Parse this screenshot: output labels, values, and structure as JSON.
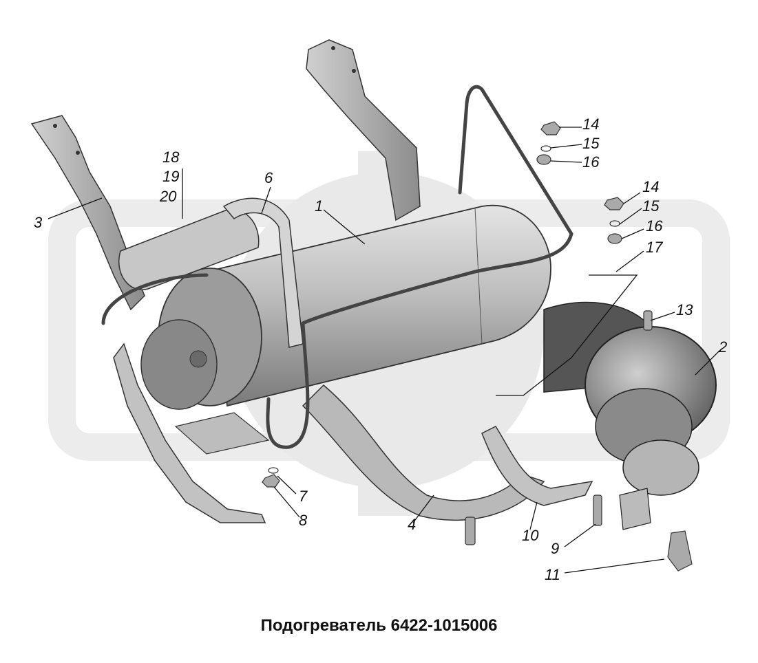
{
  "caption": "Подогреватель 6422-1015006",
  "callouts": {
    "c1": "1",
    "c2": "2",
    "c3": "3",
    "c4": "4",
    "c6": "6",
    "c7": "7",
    "c8": "8",
    "c9": "9",
    "c10": "10",
    "c11": "11",
    "c13": "13",
    "c14a": "14",
    "c15a": "15",
    "c16a": "16",
    "c14b": "14",
    "c15b": "15",
    "c16b": "16",
    "c17": "17",
    "c18": "18",
    "c19": "19",
    "c20": "20"
  },
  "colors": {
    "metal_light": "#d9d9d9",
    "metal_mid": "#a8a8a8",
    "metal_dark": "#6e6e6e",
    "watermark": "#e6e6e6",
    "ink": "#111111"
  }
}
